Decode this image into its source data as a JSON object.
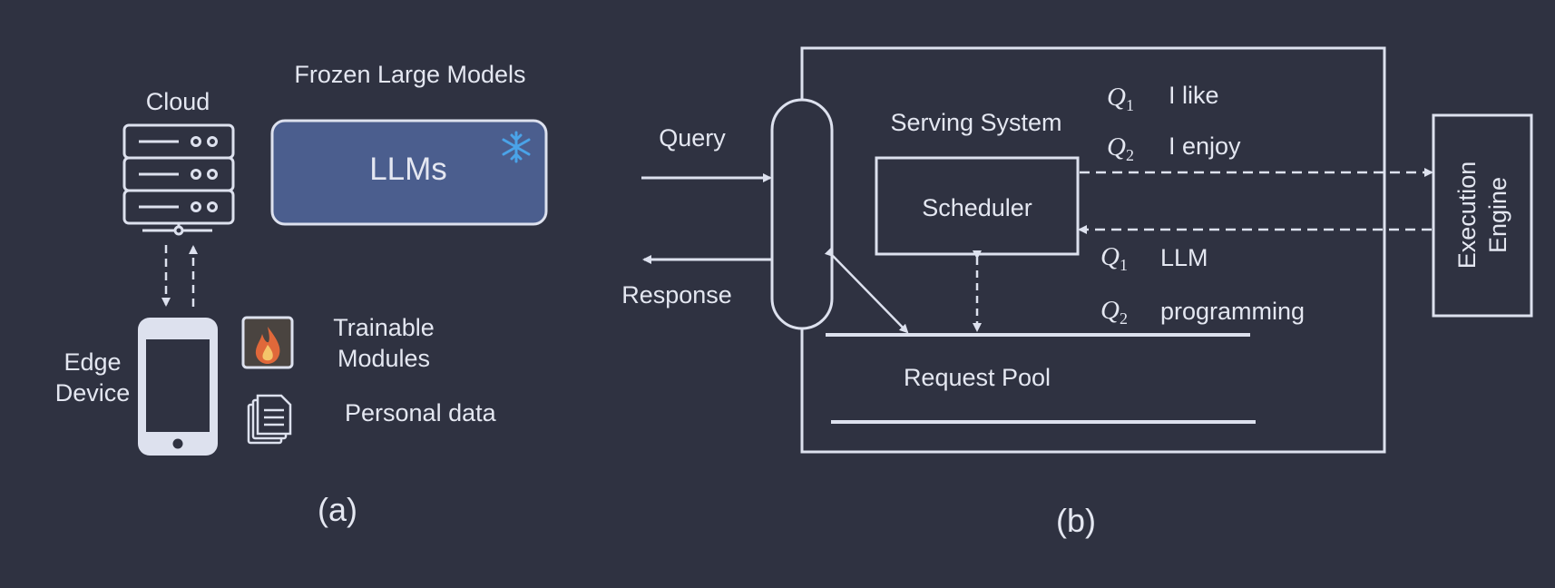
{
  "panel_a": {
    "cloud_label": "Cloud",
    "frozen_title": "Frozen Large Models",
    "llm_label": "LLMs",
    "edge_line1": "Edge",
    "edge_line2": "Device",
    "trainable_line1": "Trainable",
    "trainable_line2": "Modules",
    "personal_data": "Personal data",
    "caption": "(a)",
    "icons": [
      "server-icon",
      "snowflake-icon",
      "smartphone-icon",
      "flame-icon",
      "document-stack-icon"
    ]
  },
  "panel_b": {
    "query": "Query",
    "response": "Response",
    "serving_system": "Serving System",
    "scheduler": "Scheduler",
    "request_pool": "Request Pool",
    "exec_line1": "Execution",
    "exec_line2": "Engine",
    "q_symbol": "Q",
    "q1_index": "1",
    "q2_index": "2",
    "q1_text": "I like",
    "q2_text": "I enjoy",
    "q1_out": "LLM",
    "q2_out": "programming",
    "caption": "(b)"
  },
  "colors": {
    "background": "#2f3241",
    "stroke": "#dde1ee",
    "llm_box_fill": "#4b5e8e",
    "snowflake": "#4aa3e8",
    "flame": "#e0683a"
  }
}
